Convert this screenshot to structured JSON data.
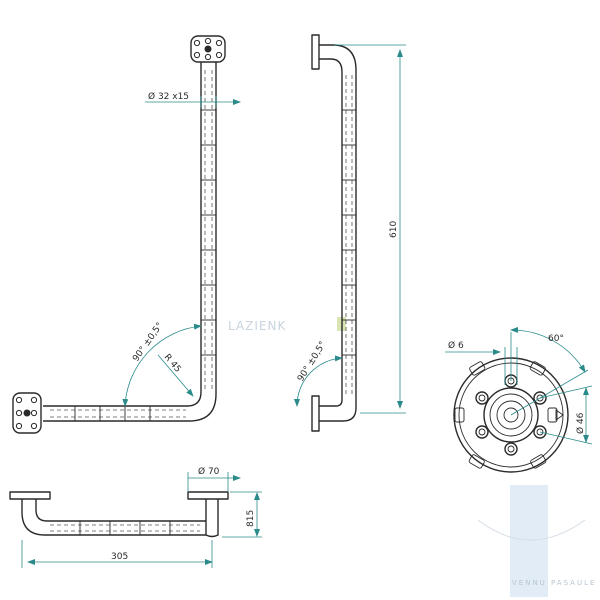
{
  "dimensions": {
    "tube_diameter": "Ø 32 x15",
    "height": "610",
    "angle_front": "90° ±0,5°",
    "angle_side": "90° ±0,5°",
    "bend_radius": "R 45",
    "flange_diameter": "Ø 70",
    "depth": "815",
    "length": "305",
    "hole_diameter": "Ø 6",
    "bolt_angle": "60°",
    "bolt_circle": "Ø 46"
  },
  "watermark": {
    "text": "LAZIENK",
    "sub": "VENNU PASAULE"
  },
  "colors": {
    "line": "#2a2a2a",
    "dimension": "#2b8a8a",
    "watermark": "#c9d4de"
  }
}
